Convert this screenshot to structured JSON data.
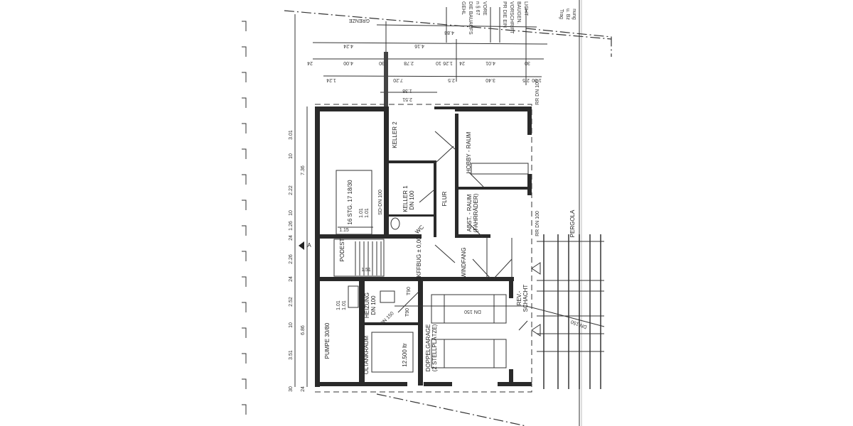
{
  "plan": {
    "boundary_label": "GRENZE",
    "rooms": {
      "keller2": "KELLER 2",
      "keller1": "KELLER 1",
      "keller1_pipe": "DN 100",
      "hobby": "HOBBY - RAUM",
      "flur": "FLUR",
      "abst": "ABST. - RAUM",
      "abst_sub": "(FAHRRÄDER)",
      "stair": "16 STG. 17 18/30",
      "wc": "WC",
      "podest": "PODEST",
      "windfang": "WINDFANG",
      "okffbug": "OKFFBUG ± 0,00",
      "heizung": "HEIZUNG",
      "heizung_pipe": "DN 100",
      "oltank": "ÖLTANKRAUM",
      "oltank_volume": "12.500 ltr",
      "garage": "DOPPELGARAGE",
      "garage_sub": "(2 STELLPLÄTZE)",
      "rev": "REV.-",
      "schacht": "SCHACHT",
      "pergola": "PERGOLA",
      "pumpe": "PUMPE 30/80",
      "section": "A"
    },
    "pipes": [
      "DN 150",
      "DN 150",
      "DN 150",
      "DN 100",
      "DN 100",
      "DN 150",
      "SD-DN 100"
    ],
    "pipe_labels": {
      "rr_top": "RR DN 100",
      "rr_right": "RR DN 100",
      "garage_pipe": "DN 150",
      "outflow": "DN 150",
      "heiz_pipe": "DN 150",
      "stair_pipe": "SD-DN 100",
      "door_t90_1": "T90",
      "door_t90_2": "T90"
    },
    "dims_top": {
      "row1": [
        "4.24",
        "4.16"
      ],
      "row2": [
        "24",
        "4.00",
        "30",
        "2.78",
        "10",
        "1.26",
        "24",
        "4.01",
        "30"
      ],
      "row3": [
        "1.24",
        "7.20",
        "2.5",
        "3.40",
        "2.5",
        "1.00"
      ],
      "row4": [
        "1.38",
        "2.51"
      ],
      "top_ref": "4.88"
    },
    "dims_left": [
      "3.01",
      "10",
      "2.22",
      "10",
      "1.26",
      "24",
      "2.26",
      "24",
      "2.52",
      "10",
      "3.51",
      "30",
      "24"
    ],
    "dims_left_totals": [
      "7.36",
      "6.86"
    ],
    "dims_stair": [
      "1.15",
      "1.01",
      "1.01",
      "1.01",
      "1.01",
      "1.51"
    ],
    "notes_top": [
      "GEHL",
      "DIE BAUAUFS",
      "n § 67",
      "VORE",
      "PR DIE EIN",
      "VORSCHRIFT",
      "BAUGEN.",
      "LICHT"
    ],
    "note_right": [
      "Trag",
      "u. Bz",
      "nung"
    ]
  }
}
